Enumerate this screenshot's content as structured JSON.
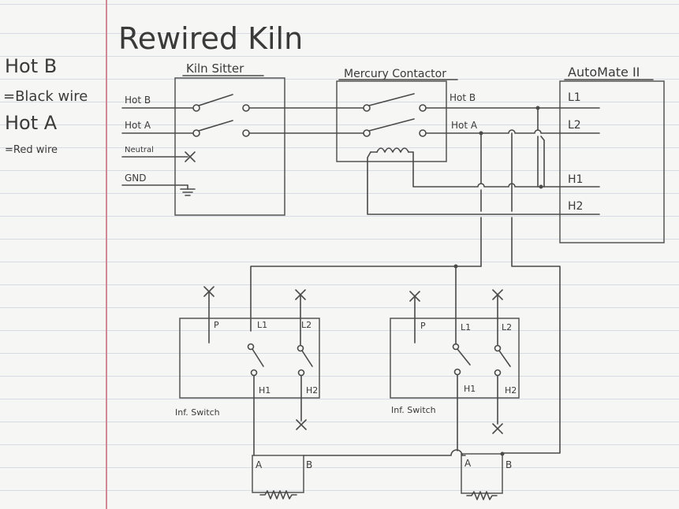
{
  "title": "Rewired Kiln",
  "notes": {
    "hot_b": "Hot B",
    "black_wire": "=Black wire",
    "hot_a": "Hot A",
    "red_wire": "=Red wire"
  },
  "components": {
    "kiln_sitter": {
      "label": "Kiln Sitter",
      "terminals": [
        "Hot B",
        "Hot A",
        "Neutral",
        "GND"
      ]
    },
    "mercury_contactor": {
      "label": "Mercury Contactor",
      "terminals": [
        "Hot B",
        "Hot A"
      ]
    },
    "automate": {
      "label": "AutoMate II",
      "terminals": [
        "L1",
        "L2",
        "H1",
        "H2"
      ]
    },
    "inf_switch_left": {
      "label": "Inf. Switch",
      "terminals": [
        "P",
        "L1",
        "L2",
        "H1",
        "H2"
      ]
    },
    "inf_switch_right": {
      "label": "Inf. Switch",
      "terminals": [
        "P",
        "L1",
        "L2",
        "H1",
        "H2"
      ]
    },
    "element_left": {
      "terminals": [
        "A",
        "B"
      ]
    },
    "element_right": {
      "terminals": [
        "A",
        "B"
      ]
    }
  }
}
